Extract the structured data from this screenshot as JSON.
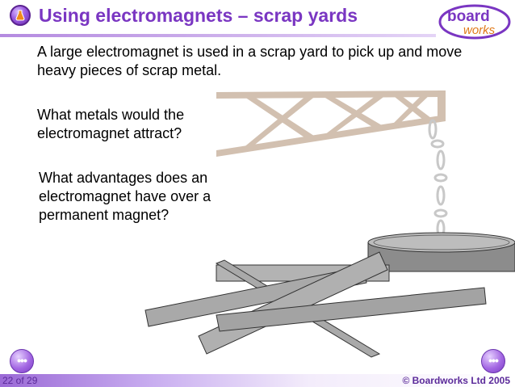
{
  "header": {
    "title": "Using electromagnets – scrap yards",
    "logo_text_line1": "board",
    "logo_text_line2": "works"
  },
  "body": {
    "intro": "A large electromagnet is used in a scrap yard to pick up and move heavy pieces of scrap metal.",
    "question1": "What metals would the electromagnet attract?",
    "question2": "What advantages does an electromagnet have over a permanent magnet?"
  },
  "icons": {
    "title_icon": "flask-icon",
    "prev": "previous-slide-icon",
    "next": "next-slide-icon"
  },
  "nav": {
    "prev_label": "•••",
    "next_label": "•••"
  },
  "footer": {
    "page": "22 of 29",
    "copyright": "© Boardworks Ltd 2005"
  },
  "colors": {
    "title": "#7a36c2",
    "crane": "#d2c0b0",
    "chain": "#d8d8d8",
    "magnet": "#8c8c8c",
    "scrap": "#a9a9a9"
  }
}
